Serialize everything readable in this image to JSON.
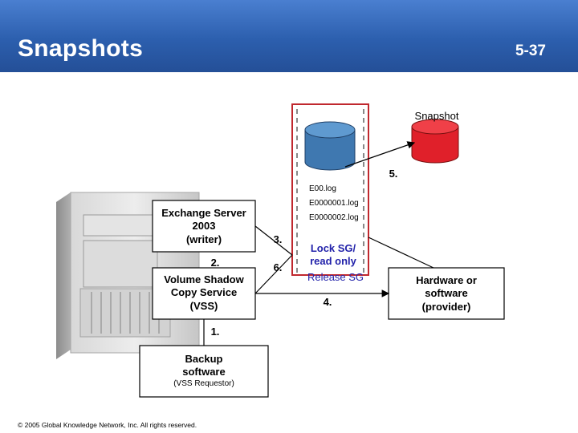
{
  "header": {
    "title": "Snapshots",
    "slide_number": "5-37"
  },
  "diagram": {
    "snapshot_label": "Snapshot",
    "step5": "5.",
    "step3": "3.",
    "step6": "6.",
    "step2": "2.",
    "step4": "4.",
    "step1": "1.",
    "logs": [
      "E00.log",
      "E0000001.log",
      "E0000002.log"
    ],
    "exchange_server": {
      "line1": "Exchange Server",
      "line2": "2003",
      "line3": "(writer)"
    },
    "vss": {
      "line1": "Volume Shadow",
      "line2": "Copy Service",
      "line3": "(VSS)"
    },
    "lock": {
      "line1": "Lock SG/",
      "line2": "read only"
    },
    "release": "Release SG",
    "provider": {
      "line1": "Hardware or",
      "line2": "software",
      "line3": "(provider)"
    },
    "backup": {
      "line1": "Backup",
      "line2": "software",
      "line3": "(VSS Requestor)"
    },
    "colors": {
      "header_blue": "#2c5fae",
      "database_blue": "#3f78b0",
      "snapshot_red": "#e0202a",
      "frame_red": "#c0282e",
      "text_blue": "#2222aa",
      "dash_gray": "#888888"
    }
  },
  "footer": {
    "copyright": "© 2005 Global Knowledge Network, Inc. All rights reserved."
  }
}
